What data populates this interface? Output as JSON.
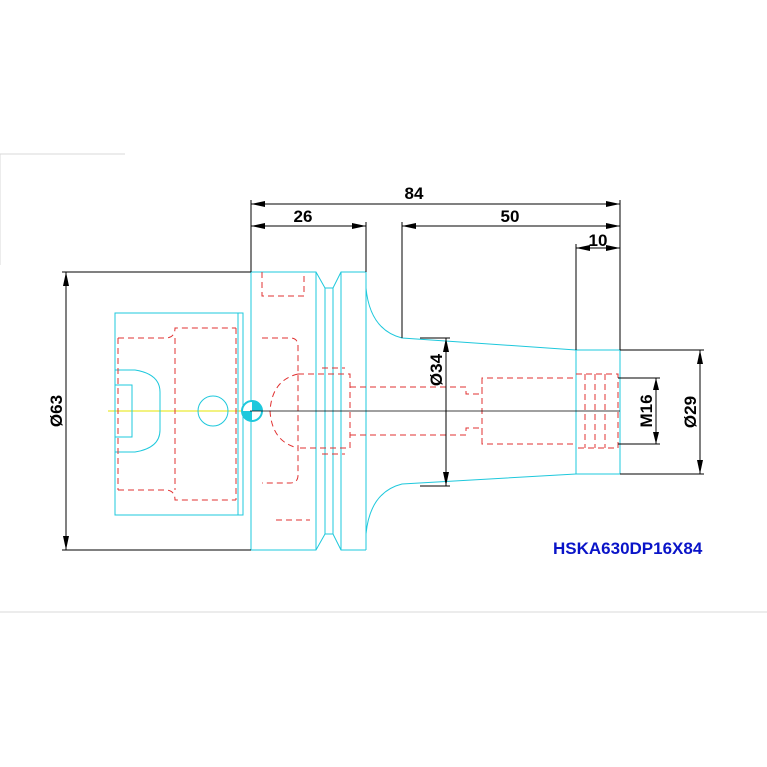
{
  "dimensions": {
    "overall_length": "84",
    "flange_length": "26",
    "shank_length": "50",
    "tip_length": "10",
    "flange_diameter": "Ø63",
    "neck_diameter": "Ø34",
    "tip_diameter": "Ø29",
    "thread": "M16"
  },
  "part_number": "HSKA630DP16X84",
  "colors": {
    "body_outline": "#1ec8dc",
    "hidden_lines": "#e03030",
    "dimension_lines": "#000000",
    "centerline": "#e6e600",
    "part_label": "#0a14c8"
  }
}
